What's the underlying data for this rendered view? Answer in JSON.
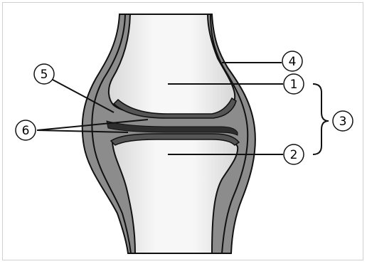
{
  "labels": {
    "l1": "1",
    "l2": "2",
    "l3": "3",
    "l4": "4",
    "l5": "5",
    "l6": "6"
  },
  "colors": {
    "capsule": "#8c8c8c",
    "bone": "#ececec",
    "outline": "#111111"
  }
}
